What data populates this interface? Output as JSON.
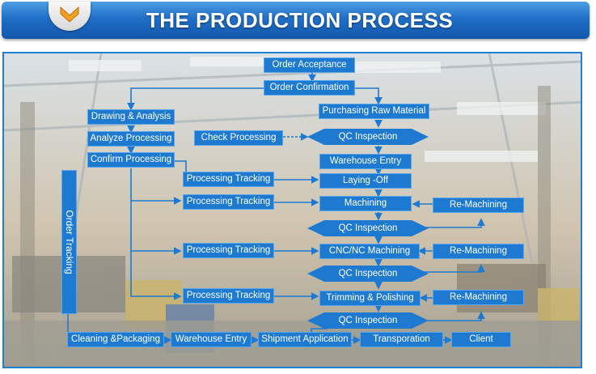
{
  "header": {
    "title": "THE PRODUCTION PROCESS"
  },
  "icons": {
    "badge": "chevron-down-icon"
  },
  "colors": {
    "header_blue": "#1f6fc8",
    "box_blue": "#1d7ad0",
    "line": "#c9e4ff"
  },
  "steps": {
    "order_acceptance": "Order Acceptance",
    "order_confirmation": "Order Confirmation",
    "drawing_analysis": "Drawing & Analysis",
    "analyze_processing": "Analyze Processing",
    "confirm_processing": "Confirm Processing",
    "check_processing": "Check Processing",
    "purchasing_raw_material": "Purchasing Raw Material",
    "qc_inspection_1": "QC Inspection",
    "warehouse_entry_1": "Warehouse Entry",
    "laying_off": "Laying -Off",
    "machining": "Machining",
    "qc_inspection_2": "QC Inspection",
    "cnc_machining": "CNC/NC Machining",
    "qc_inspection_3": "QC Inspection",
    "trimming_polishing": "Trimming & Polishing",
    "qc_inspection_4": "QC Inspection",
    "processing_tracking_1": "Processing Tracking",
    "processing_tracking_2": "Processing Tracking",
    "processing_tracking_3": "Processing Tracking",
    "processing_tracking_4": "Processing Tracking",
    "re_machining_1": "Re-Machining",
    "re_machining_2": "Re-Machining",
    "re_machining_3": "Re-Machining",
    "order_tracking": "Order Tracking",
    "cleaning_packaging": "Cleaning &Packaging",
    "warehouse_entry_2": "Warehouse Entry",
    "shipment_application": "Shipment Application",
    "transporation": "Transporation",
    "client": "Client"
  }
}
